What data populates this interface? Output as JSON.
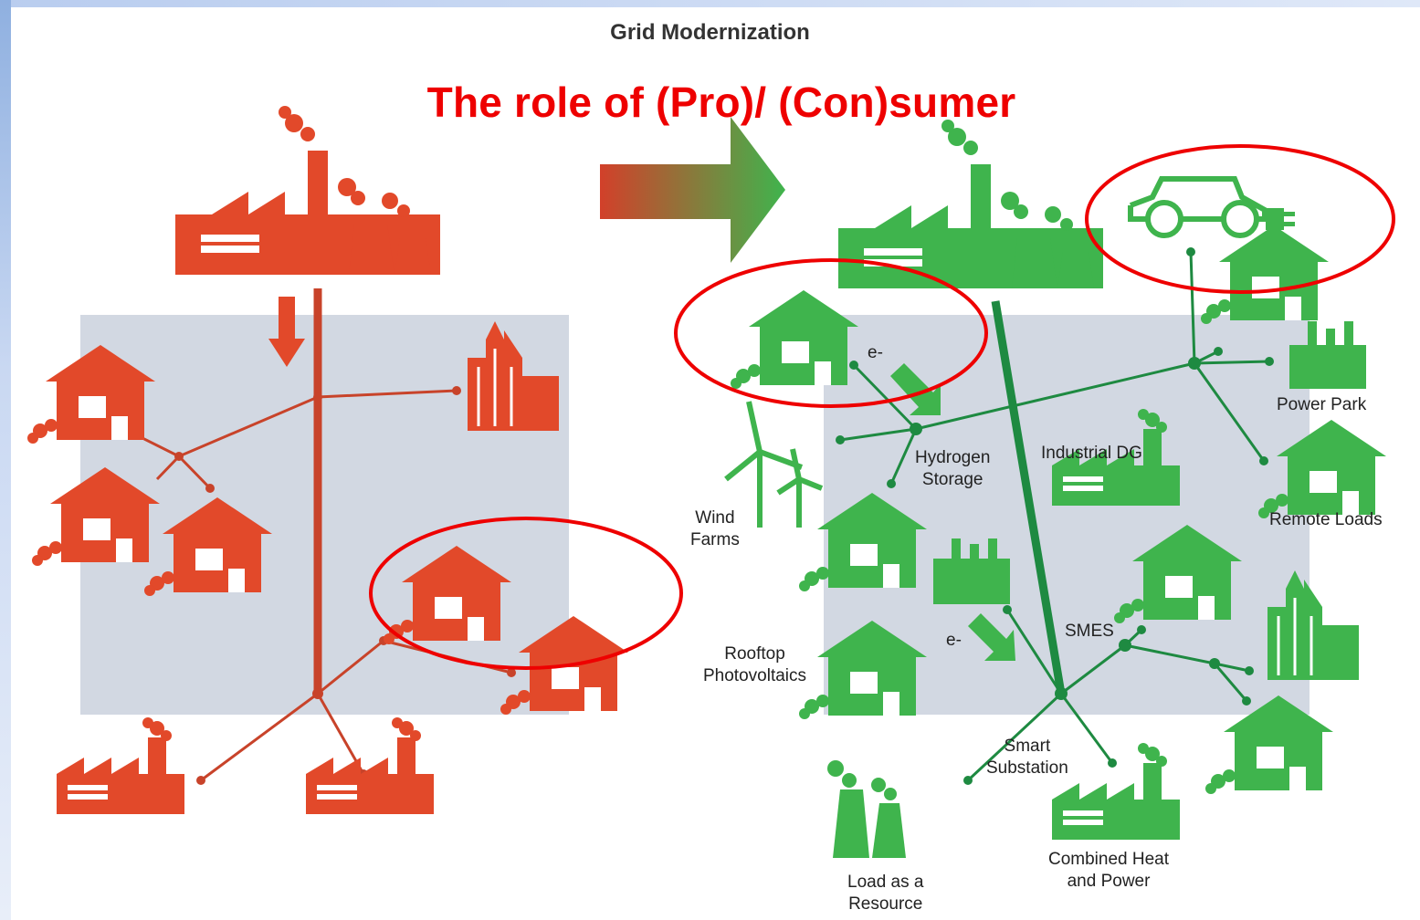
{
  "header": "Grid Modernization",
  "subtitle": "The role of (Pro)/ (Con)sumer",
  "colors": {
    "legacy": "#e2492a",
    "modern": "#3fb44d",
    "highlight": "#ee0000",
    "panel": "#d2d8e2"
  },
  "labels": {
    "e_minus_top": "e-",
    "e_minus_bottom": "e-",
    "hydrogen_storage_1": "Hydrogen",
    "hydrogen_storage_2": "Storage",
    "industrial_dg": "Industrial DG",
    "wind_farms_1": "Wind",
    "wind_farms_2": "Farms",
    "power_park": "Power Park",
    "remote_loads": "Remote Loads",
    "smes": "SMES",
    "rooftop_1": "Rooftop",
    "rooftop_2": "Photovoltaics",
    "smart_substation_1": "Smart",
    "smart_substation_2": "Substation",
    "load_resource_1": "Load as a",
    "load_resource_2": "Resource",
    "chp_1": "Combined Heat",
    "chp_2": "and Power"
  }
}
